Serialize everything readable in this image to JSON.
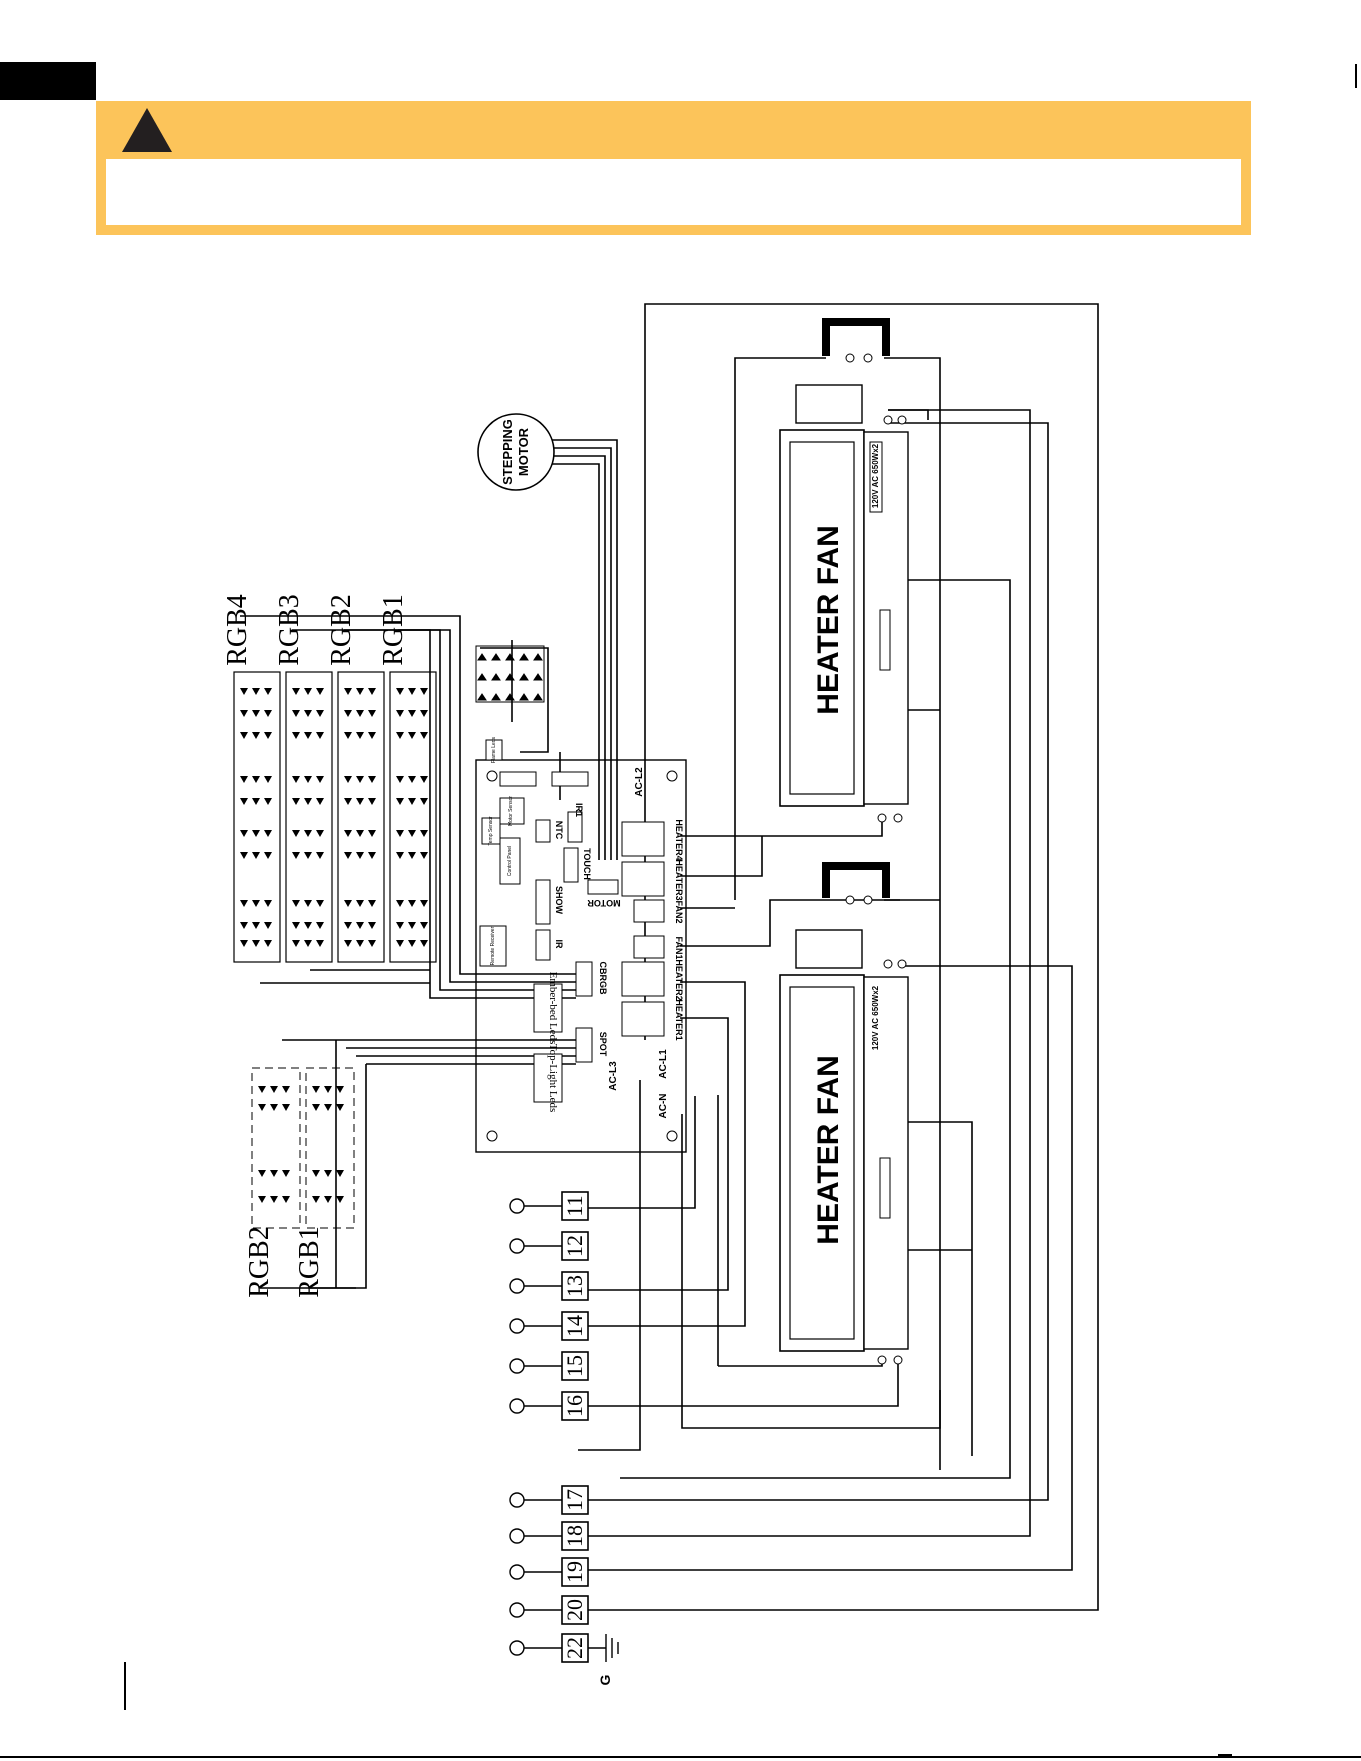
{
  "colors": {
    "banner": "#fcc45a",
    "ink": "#000000",
    "warning_icon": "#231f20"
  },
  "warning": {
    "icon": "warning-triangle-icon",
    "text": ""
  },
  "diagram": {
    "stepping_motor": [
      "STEPPING",
      "MOTOR"
    ],
    "heater_fans": [
      {
        "label": "HEATER FAN",
        "rating": "120V AC 650Wx2"
      },
      {
        "label": "HEATER FAN",
        "rating": "120V AC 650Wx2"
      }
    ],
    "rgb_banks": [
      "RGB4",
      "RGB3",
      "RGB2",
      "RGB1"
    ],
    "spot_banks": [
      "RGB2",
      "RGB1"
    ],
    "board": {
      "connectors": [
        "IR1",
        "NTC",
        "TOUCH",
        "SHOW",
        "MOTOR",
        "IR",
        "CBRGB",
        "SPOT"
      ],
      "relays": [
        "HEATER4",
        "HEATER3",
        "FAN2",
        "FAN1",
        "HEATER2",
        "HEATER1"
      ],
      "ac_terminals": [
        "AC-L2",
        "AC-L3",
        "AC-L1",
        "AC-N"
      ],
      "modules": [
        "Motor Sensor",
        "Temp Sensor",
        "Control Panel",
        "Remote Receiver",
        "Flame Leds"
      ],
      "led_boxes": [
        "Ember-bed Leds",
        "Top-Light Leds"
      ]
    },
    "terminals": [
      "11",
      "12",
      "13",
      "14",
      "15",
      "16",
      "17",
      "18",
      "19",
      "20",
      "22"
    ],
    "ground_label": "G"
  }
}
